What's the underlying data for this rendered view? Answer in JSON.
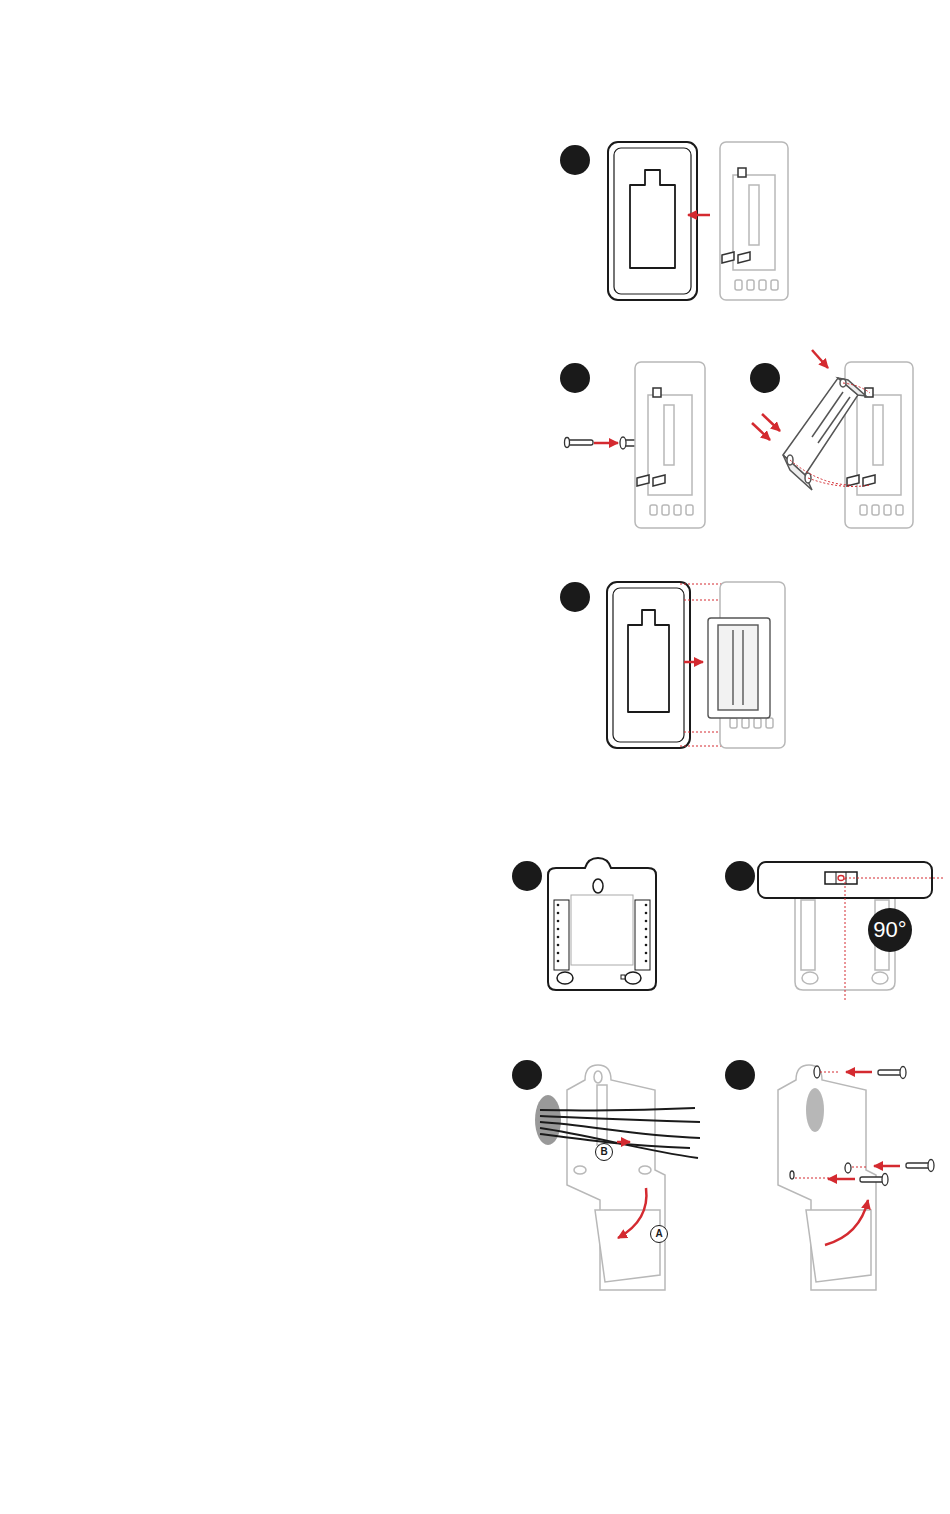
{
  "diagram": {
    "nodes": [
      {
        "text": [
          "90°"
        ]
      },
      {
        "text": [
          "B"
        ]
      },
      {
        "text": [
          "A"
        ]
      }
    ]
  }
}
